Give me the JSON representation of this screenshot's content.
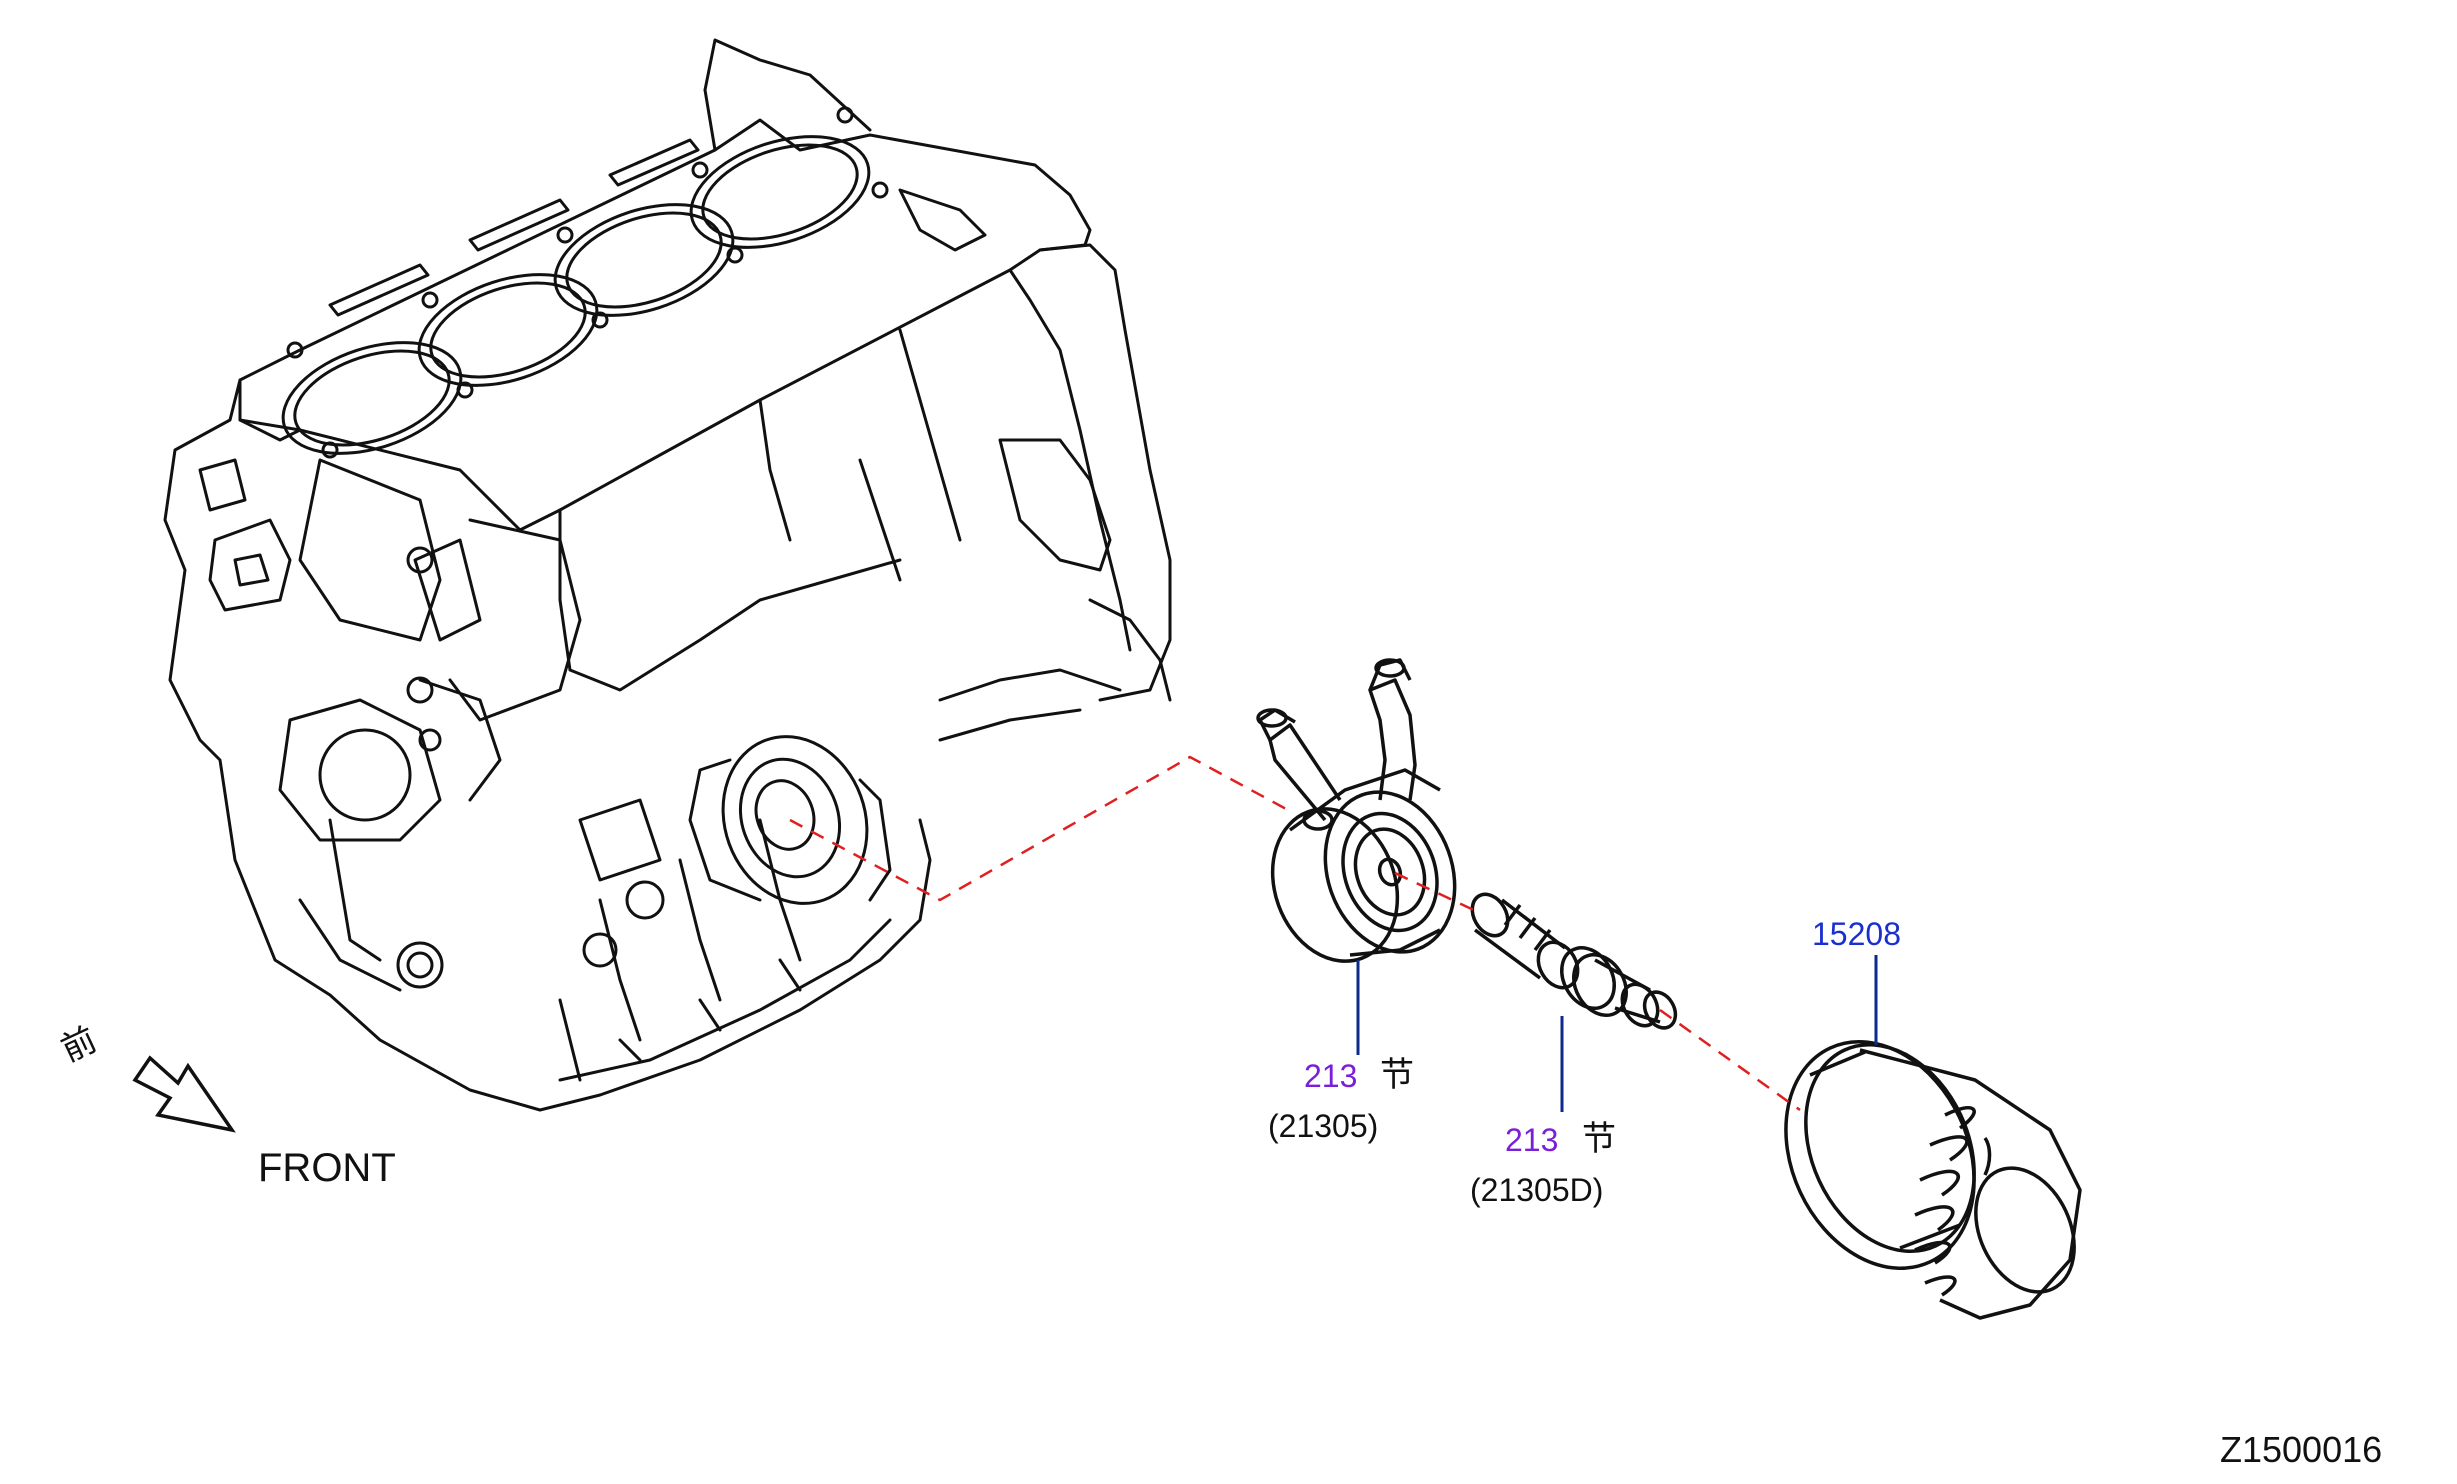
{
  "colors": {
    "line": "#111111",
    "leader": "#0b2a8a",
    "dashed_leader": "#e02020",
    "ref_purple": "#7a1fd8",
    "ref_blue": "#1a2fd0"
  },
  "direction": {
    "kanji": "前",
    "label": "FRONT"
  },
  "callouts": {
    "oil_filter": {
      "number": "15208"
    },
    "oil_cooler": {
      "ref": "213",
      "kanji": "节",
      "number": "(21305)"
    },
    "connector_bolt": {
      "ref": "213",
      "kanji": "节",
      "number": "(21305D)"
    }
  },
  "diagram_code": "Z1500016"
}
